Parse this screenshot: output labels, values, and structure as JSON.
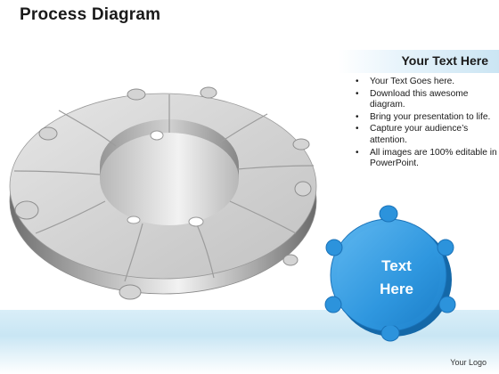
{
  "title": "Process Diagram",
  "header": "Your Text Here",
  "bullets": [
    "Your Text Goes here.",
    "Download this awesome diagram.",
    "Bring your presentation to life.",
    "Capture your audience’s attention.",
    "All images are 100% editable in PowerPoint."
  ],
  "bullet_symbol": "•",
  "piece_label": [
    "Text",
    "Here"
  ],
  "logo": "Your Logo",
  "colors": {
    "piece_blue": "#2c93dc",
    "ring_gray": "#d2d2d2",
    "band_blue": "#cfe8f5"
  }
}
